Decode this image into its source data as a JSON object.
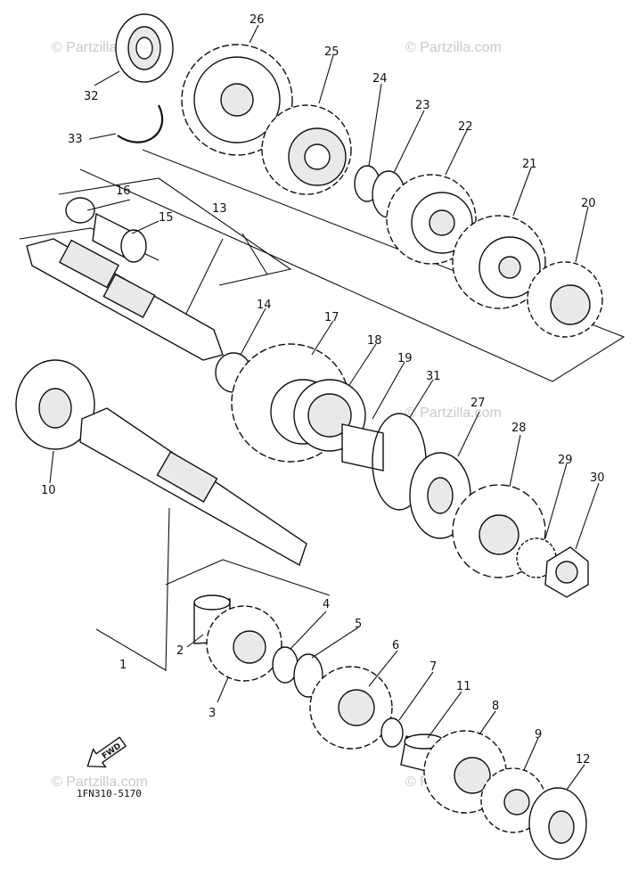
{
  "diagram": {
    "part_code": "1FN310-5170",
    "watermark": "© Partzilla.com",
    "direction_marker": {
      "label": "FWD",
      "icon": "forward-arrow-icon"
    },
    "callouts": [
      "1",
      "2",
      "3",
      "4",
      "5",
      "6",
      "7",
      "8",
      "9",
      "10",
      "11",
      "12",
      "13",
      "14",
      "15",
      "16",
      "17",
      "18",
      "19",
      "20",
      "21",
      "22",
      "23",
      "24",
      "25",
      "26",
      "27",
      "28",
      "29",
      "30",
      "31",
      "32",
      "33"
    ]
  }
}
